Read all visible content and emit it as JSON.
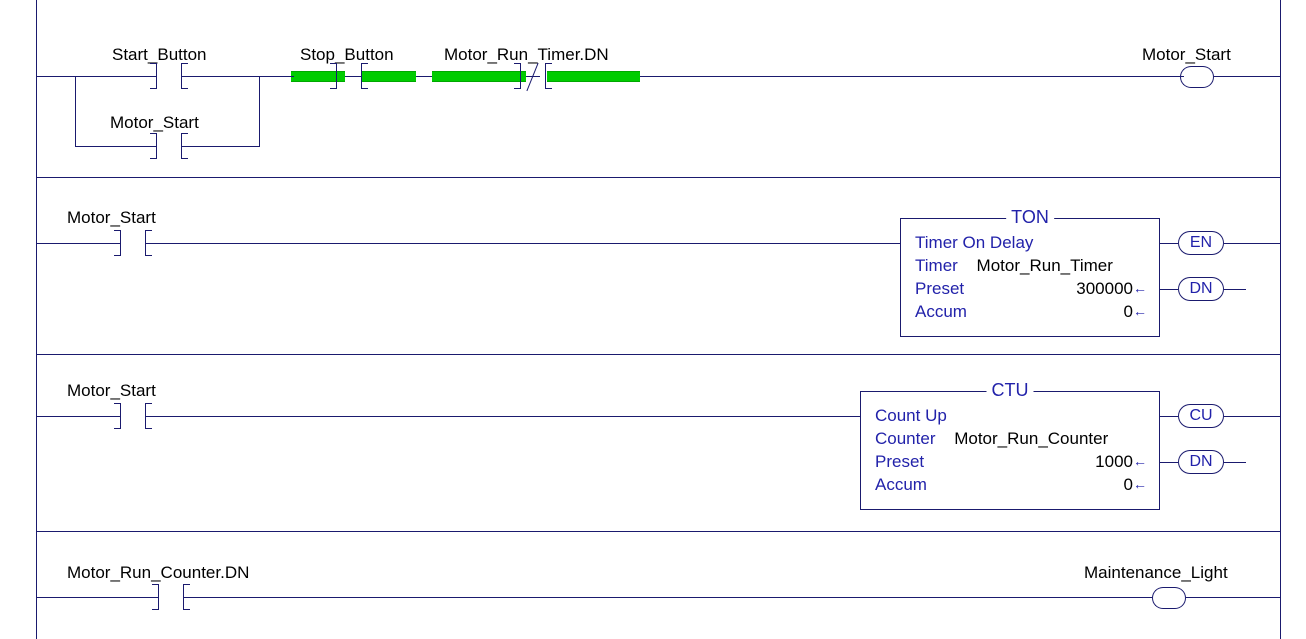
{
  "editor": {
    "type": "ladder-logic-diagram",
    "language": "Relay Ladder Logic",
    "colors": {
      "rail": "#1a1a6e",
      "wire": "#1a1a6e",
      "tag_text": "#000000",
      "instruction_text": "#2222aa",
      "power_flow": "#00cc00",
      "background": "#ffffff"
    }
  },
  "rungs": [
    {
      "index": 0,
      "branch": {
        "top_contact": {
          "tag": "Start_Button",
          "type": "XIC",
          "energized": false
        },
        "bottom_contact": {
          "tag": "Motor_Start",
          "type": "XIC",
          "energized": false
        }
      },
      "series_contacts": [
        {
          "tag": "Stop_Button",
          "type": "XIC",
          "energized": true
        },
        {
          "tag": "Motor_Run_Timer.DN",
          "type": "XIO",
          "energized": true
        }
      ],
      "output": {
        "tag": "Motor_Start",
        "type": "OTE",
        "energized": false
      }
    },
    {
      "index": 1,
      "series_contacts": [
        {
          "tag": "Motor_Start",
          "type": "XIC",
          "energized": false
        }
      ],
      "block": {
        "mnemonic": "TON",
        "description": "Timer On Delay",
        "rows": [
          {
            "key": "Timer",
            "operand": "Motor_Run_Timer",
            "value": "",
            "arrow": ""
          },
          {
            "key": "Preset",
            "operand": "",
            "value": "300000",
            "arrow": "←"
          },
          {
            "key": "Accum",
            "operand": "",
            "value": "0",
            "arrow": "←"
          }
        ],
        "outputs": [
          {
            "label": "EN"
          },
          {
            "label": "DN"
          }
        ]
      }
    },
    {
      "index": 2,
      "series_contacts": [
        {
          "tag": "Motor_Start",
          "type": "XIC",
          "energized": false
        }
      ],
      "block": {
        "mnemonic": "CTU",
        "description": "Count Up",
        "rows": [
          {
            "key": "Counter",
            "operand": "Motor_Run_Counter",
            "value": "",
            "arrow": ""
          },
          {
            "key": "Preset",
            "operand": "",
            "value": "1000",
            "arrow": "←"
          },
          {
            "key": "Accum",
            "operand": "",
            "value": "0",
            "arrow": "←"
          }
        ],
        "outputs": [
          {
            "label": "CU"
          },
          {
            "label": "DN"
          }
        ]
      }
    },
    {
      "index": 3,
      "series_contacts": [
        {
          "tag": "Motor_Run_Counter.DN",
          "type": "XIC",
          "energized": false
        }
      ],
      "output": {
        "tag": "Maintenance_Light",
        "type": "OTE",
        "energized": false
      }
    }
  ]
}
